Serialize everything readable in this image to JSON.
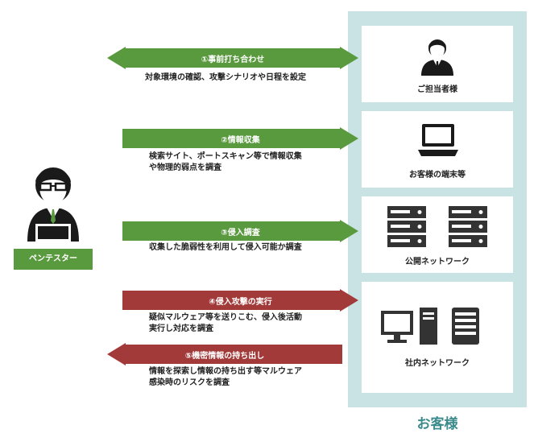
{
  "pentester": {
    "label": "ペンテスター",
    "color": "#5a9a3e"
  },
  "customer": {
    "title": "お客様",
    "panel_color": "#c9e3e4",
    "title_color": "#3b8a8c",
    "boxes": [
      {
        "label": "ご担当者様",
        "icon": "person-icon"
      },
      {
        "label": "お客様の端末等",
        "icon": "laptop-icon"
      },
      {
        "label": "公開ネットワーク",
        "icon": "server-rack-icon"
      },
      {
        "label": "社内ネットワーク",
        "icon": "desktop-pc-icon"
      }
    ]
  },
  "steps": [
    {
      "title": "①事前打ち合わせ",
      "desc": [
        "対象環境の確認、攻撃シナリオや日程を設定"
      ],
      "direction": "both",
      "color": "#5a9a3e"
    },
    {
      "title": "②情報収集",
      "desc": [
        "検索サイト、ポートスキャン等で情報収集",
        "や物理的弱点を調査"
      ],
      "direction": "right",
      "color": "#5a9a3e"
    },
    {
      "title": "③侵入調査",
      "desc": [
        "収集した脆弱性を利用して侵入可能か調査"
      ],
      "direction": "right",
      "color": "#5a9a3e"
    },
    {
      "title": "④侵入攻撃の実行",
      "desc": [
        "疑似マルウェア等を送りこむ、侵入後活動",
        "実行し対応を調査"
      ],
      "direction": "right",
      "color": "#a33a3a"
    },
    {
      "title": "⑤機密情報の持ち出し",
      "desc": [
        "情報を探索し情報の持ち出す等マルウェア",
        "感染時のリスクを調査"
      ],
      "direction": "left",
      "color": "#a33a3a"
    }
  ]
}
